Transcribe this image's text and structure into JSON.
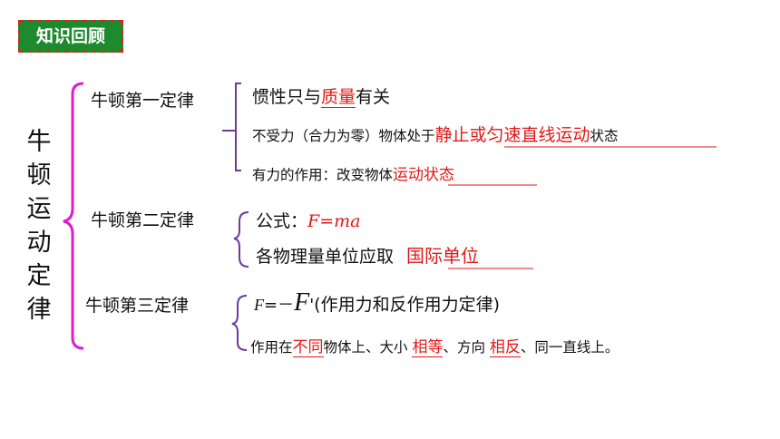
{
  "badge": "知识回顾",
  "vertical_title": "牛顿运动定律",
  "law1": {
    "title": "牛顿第一定律",
    "line1_prefix": "惯性只与",
    "line1_answer": "质量",
    "line1_suffix": "有关",
    "line2_prefix": "不受力（合力为零）物体处于",
    "line2_answer": "静止或匀速直线运动",
    "line2_suffix": "状态",
    "line3_prefix": "有力的作用：改变物体",
    "line3_answer": "运动状态"
  },
  "law2": {
    "title": "牛顿第二定律",
    "formula_label": "公式：",
    "formula": "F=ma",
    "unit_prefix": "各物理量单位应取",
    "unit_answer": "国际单位"
  },
  "law3": {
    "title": "牛顿第三定律",
    "f1": "F",
    "eq": "=－",
    "f2": "F",
    "prime": "'",
    "formula_note": "(作用力和反作用力定律)",
    "p1": "作用在",
    "a1": "不同",
    "p2": "物体上、大小",
    "a2": "相等",
    "p3": "、方向",
    "a3": "相反",
    "p4": "、同一直线上。"
  },
  "colors": {
    "badge_bg": "#1e8a2e",
    "badge_border": "#e02020",
    "answer": "#e01818",
    "brace_outer": "#e01ad0",
    "brace_inner": "#6a3aa0"
  }
}
